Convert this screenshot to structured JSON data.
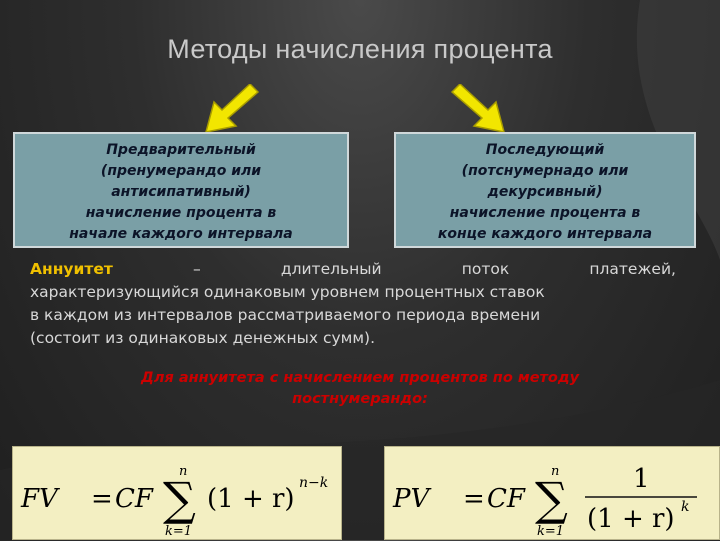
{
  "slide": {
    "title": "Методы начисления процента"
  },
  "methods": [
    {
      "lines": [
        "Предварительный",
        "(пренумерандо или",
        "антисипативный)",
        "начисление процента в",
        "начале каждого интервала"
      ]
    },
    {
      "lines": [
        "Последующий",
        "(потснумернадо или",
        "декурсивный)",
        "начисление процента в",
        "конце каждого интервала"
      ]
    }
  ],
  "annuity": {
    "term": "Аннуитет",
    "row1_words": [
      "–",
      "длительный",
      "поток",
      "платежей,"
    ],
    "row2": "характеризующийся одинаковым уровнем процентных ставок",
    "row3": "в каждом из интервалов рассматриваемого периода времени",
    "row4": "(состоит из одинаковых денежных сумм)."
  },
  "note": {
    "line1": "Для аннуитета с начислением процентов по методу",
    "line2": "постнумерандо:"
  },
  "formulas": {
    "fv": {
      "lhs": "FV",
      "eq": "=",
      "cf": "CF",
      "sigma": "∑",
      "upper": "n",
      "lower": "k=1",
      "body": "(1 + r)",
      "exponent": "n−k"
    },
    "pv": {
      "lhs": "PV",
      "eq": "=",
      "cf": "CF",
      "sigma": "∑",
      "upper": "n",
      "lower": "k=1",
      "numerator": "1",
      "denominator": "(1 + r)",
      "exponent": "k"
    }
  },
  "colors": {
    "background": "#2e2e2e",
    "title": "#c9c9c9",
    "box_fill": "#7a9fa6",
    "arrow": "#f2e600",
    "term": "#f0c000",
    "note": "#cc0000",
    "formula_bg": "#f3efc2"
  }
}
